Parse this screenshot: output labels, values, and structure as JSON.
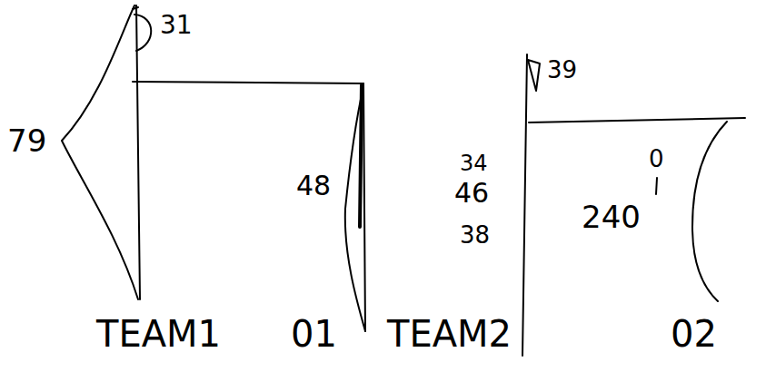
{
  "diagram": {
    "labels": [
      "31",
      "79",
      "48",
      "TEAM1",
      "01",
      "39",
      "34",
      "46",
      "38",
      "0",
      "240",
      "TEAM2",
      "02"
    ]
  }
}
